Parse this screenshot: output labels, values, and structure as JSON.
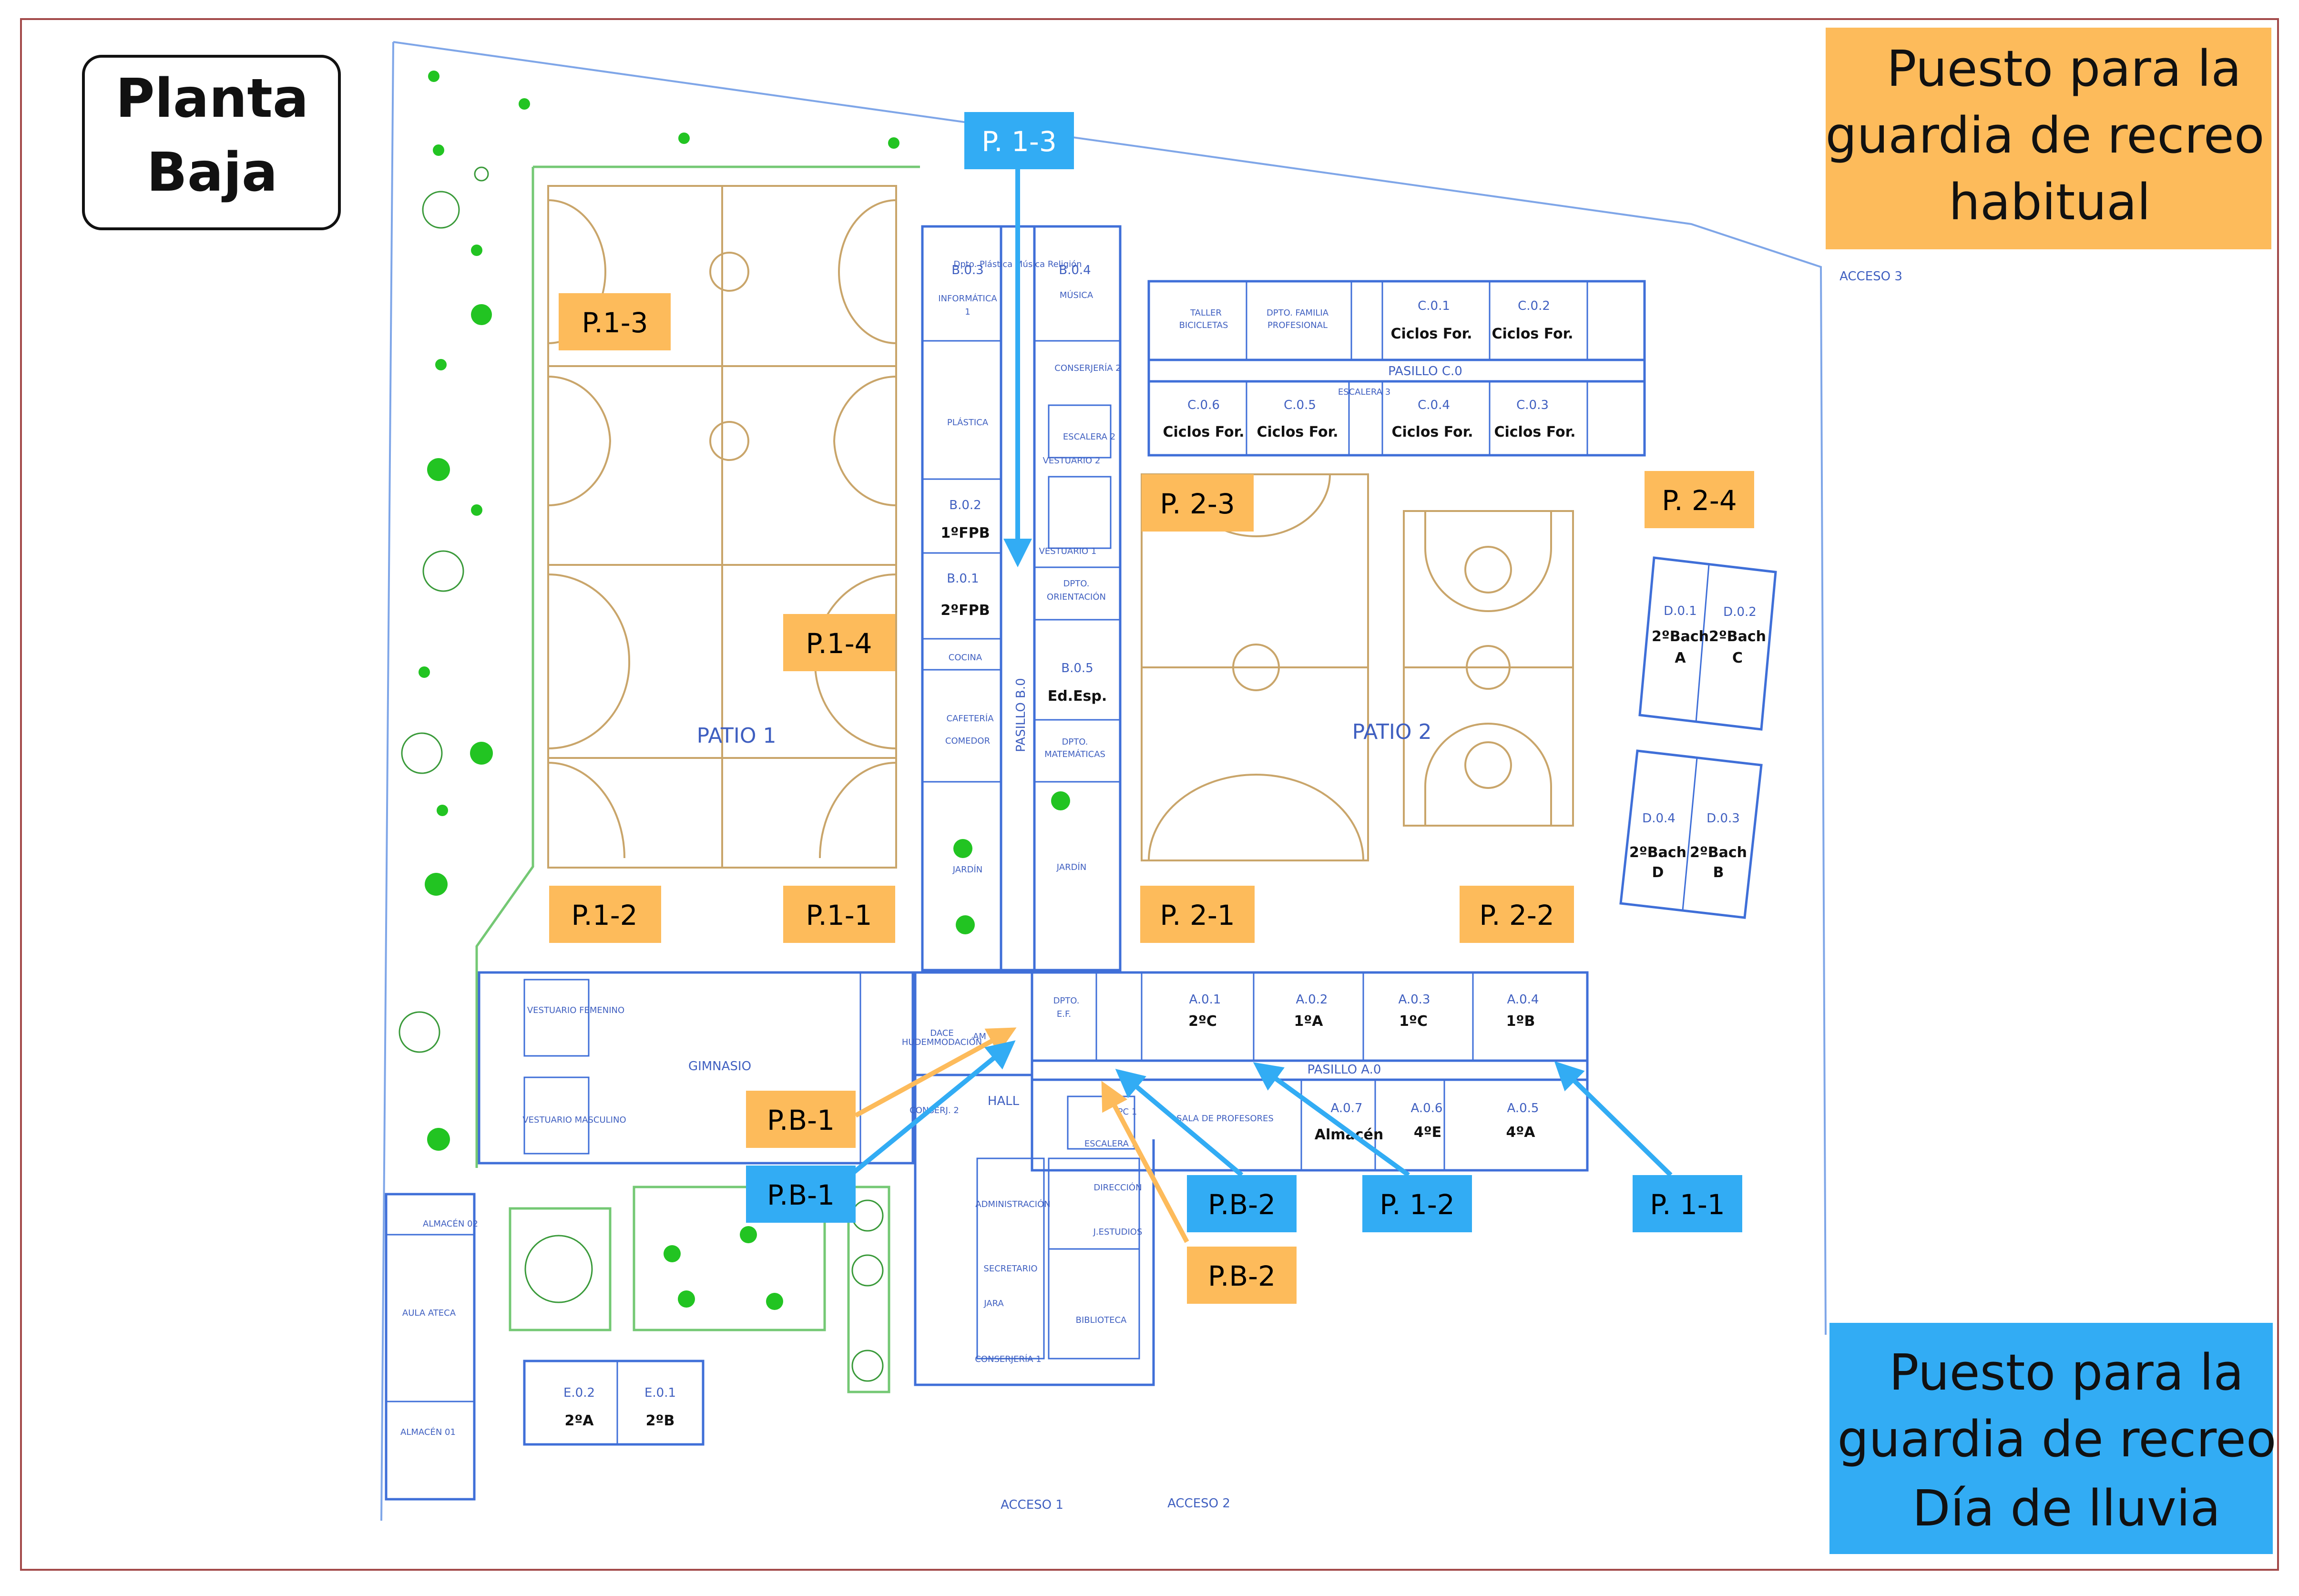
{
  "title_line1": "Planta",
  "title_line2": "Baja",
  "legend_orange": {
    "line1": "Puesto para la",
    "line2": "guardia de recreo",
    "line3": "habitual",
    "color": "#fdbb5b"
  },
  "legend_blue": {
    "line1": "Puesto para la",
    "line2": "guardia de recreo",
    "line3": "Día de lluvia",
    "color": "#32acf4"
  },
  "posts": {
    "p1_3": "P.1-3",
    "p1_4": "P.1-4",
    "p1_2": "P.1-2",
    "p1_1": "P.1-1",
    "p2_3": "P. 2-3",
    "p2_4": "P. 2-4",
    "p2_1": "P. 2-1",
    "p2_2": "P. 2-2",
    "pb1_orange": "P.B-1",
    "pb2_orange": "P.B-2",
    "rain_p13": "P. 1-3",
    "rain_pb1": "P.B-1",
    "rain_pb2": "P.B-2",
    "rain_p12": "P. 1-2",
    "rain_p11": "P. 1-1"
  },
  "areas": {
    "patio1": "PATIO 1",
    "patio2": "PATIO 2",
    "gimnasio": "GIMNASIO",
    "hall": "HALL",
    "pasillo_b0": "PASILLO B.0",
    "pasillo_c0": "PASILLO C.0",
    "pasillo_a0": "PASILLO A.0",
    "acceso1": "ACCESO 1",
    "acceso2": "ACCESO 2",
    "acceso3": "ACCESO 3",
    "jardin_left": "JARDÍN",
    "jardin_right": "JARDÍN"
  },
  "rooms": {
    "b03": "B.0.3",
    "b03_name": "INFORMÁTICA",
    "b03_num": "1",
    "b04": "B.0.4",
    "b04_name": "MÚSICA",
    "dpto_music": "Dpto. Plástica Música Religión",
    "plastica": "PLÁSTICA",
    "b02": "B.0.2",
    "b02_group": "1ºFPB",
    "b01": "B.0.1",
    "b01_group": "2ºFPB",
    "cocina": "COCINA",
    "cafeteria": "CAFETERÍA",
    "comedor": "COMEDOR",
    "b05": "B.0.5",
    "b05_group": "Ed.Esp.",
    "conserjeria2": "CONSERJERÍA 2",
    "escalera2": "ESCALERA 2",
    "vestuario2": "VESTUARIO 2",
    "vestuario1": "VESTUARIO 1",
    "dpto_orientacion_1": "DPTO.",
    "dpto_orientacion_2": "ORIENTACIÓN",
    "dpto_mat_1": "DPTO.",
    "dpto_mat_2": "MATEMÁTICAS",
    "taller_1": "TALLER",
    "taller_2": "BICICLETAS",
    "dpto_fp_1": "DPTO. FAMILIA",
    "dpto_fp_2": "PROFESIONAL",
    "c01": "C.0.1",
    "c02": "C.0.2",
    "c06": "C.0.6",
    "c05": "C.0.5",
    "c04": "C.0.4",
    "c03": "C.0.3",
    "ciclos": "Ciclos For.",
    "escalera3": "ESCALERA 3",
    "d01": "D.0.1",
    "d01_group": "2ºBach",
    "d01_letter": "A",
    "d02": "D.0.2",
    "d02_group": "2ºBach",
    "d02_letter": "C",
    "d04": "D.0.4",
    "d04_group": "2ºBach",
    "d04_letter": "D",
    "d03": "D.0.3",
    "d03_group": "2ºBach",
    "d03_letter": "B",
    "dpto_ef_1": "DPTO.",
    "dpto_ef_2": "E.F.",
    "a01": "A.0.1",
    "a01_group": "2ºC",
    "a02": "A.0.2",
    "a02_group": "1ºA",
    "a03": "A.0.3",
    "a03_group": "1ºC",
    "a04": "A.0.4",
    "a04_group": "1ºB",
    "sala_prof": "SALA DE PROFESORES",
    "a07": "A.0.7",
    "a07_group": "Almacén",
    "a06": "A.0.6",
    "a06_group": "4ºE",
    "a05": "A.0.5",
    "a05_group": "4ºA",
    "dace": "DACE",
    "hudemmoda": "HUDEMMODACIÓN",
    "am": "AM",
    "escalera1": "ESCALERA 1",
    "pc1": "PC 1",
    "direccion": "DIRECCIÓN",
    "jestudios": "J.ESTUDIOS",
    "administracion": "ADMINISTRACIÓN",
    "secretario": "SECRETARIO",
    "jara": "JARA",
    "biblioteca": "BIBLIOTECA",
    "conserjeria1": "CONSERJERÍA 1",
    "conserje2": "CONSERJ. 2",
    "vestuario_fem": "VESTUARIO FEMENINO",
    "vestuario_masc": "VESTUARIO MASCULINO",
    "almacen02": "ALMACÉN 02",
    "aula_ateca": "AULA ATECA",
    "almacen01": "ALMACÉN 01",
    "e02": "E.0.2",
    "e02_group": "2ºA",
    "e01": "E.0.1",
    "e01_group": "2ºB"
  }
}
